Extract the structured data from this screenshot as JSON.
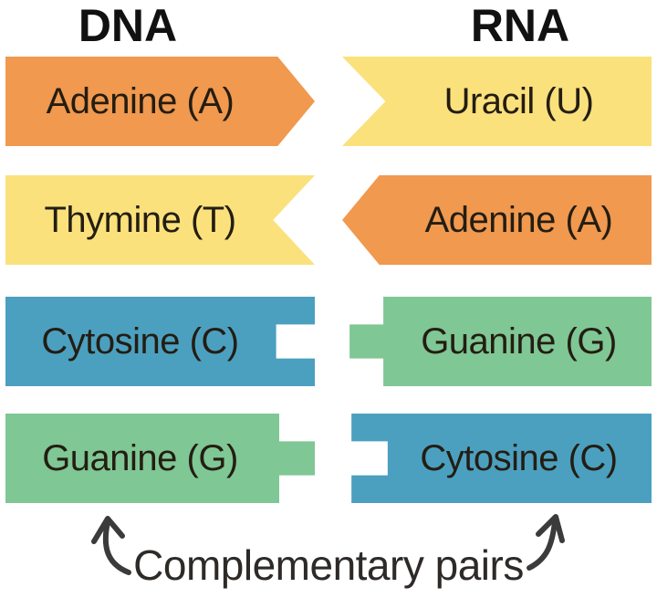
{
  "diagram": {
    "columns": [
      {
        "label": "DNA"
      },
      {
        "label": "RNA"
      }
    ],
    "rows": [
      {
        "dna": {
          "label": "Adenine (A)",
          "color": "orange",
          "shape": "arrow-right"
        },
        "rna": {
          "label": "Uracil (U)",
          "color": "yellow",
          "shape": "chevron-notch-left"
        }
      },
      {
        "dna": {
          "label": "Thymine (T)",
          "color": "yellow",
          "shape": "chevron-notch-right"
        },
        "rna": {
          "label": "Adenine (A)",
          "color": "orange",
          "shape": "arrow-left"
        }
      },
      {
        "dna": {
          "label": "Cytosine (C)",
          "color": "blue",
          "shape": "puzzle-notch-right"
        },
        "rna": {
          "label": "Guanine (G)",
          "color": "green",
          "shape": "puzzle-tab-left"
        }
      },
      {
        "dna": {
          "label": "Guanine (G)",
          "color": "green",
          "shape": "puzzle-tab-right"
        },
        "rna": {
          "label": "Cytosine (C)",
          "color": "blue",
          "shape": "puzzle-notch-left"
        }
      }
    ],
    "caption": "Complementary pairs"
  },
  "colors": {
    "orange": "#F0994F",
    "yellow": "#FAE17C",
    "blue": "#4BA0C0",
    "green": "#7FC795",
    "label_text": "#241D12",
    "heading_text": "#111111",
    "arrow_stroke": "#3B3B3B",
    "background": "#FFFFFF"
  }
}
